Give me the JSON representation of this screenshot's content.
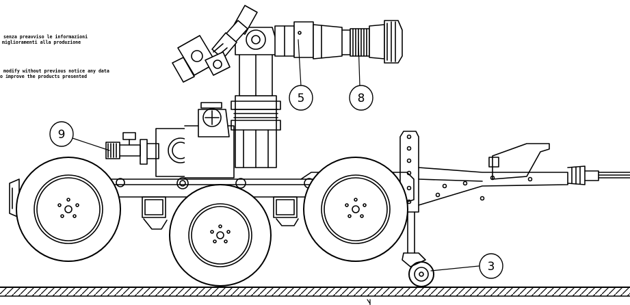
{
  "disclaimer": {
    "it_line1": "senza preavviso le informazioni",
    "it_line2": "miglioramenti alla produzione",
    "en_line1": "modify without previous notice any data",
    "en_line2": "o improve the products presented"
  },
  "callouts": [
    {
      "id": "5",
      "label": "5"
    },
    {
      "id": "8",
      "label": "8"
    },
    {
      "id": "9",
      "label": "9"
    },
    {
      "id": "3",
      "label": "3"
    }
  ],
  "colors": {
    "line": "#000000",
    "background": "#ffffff"
  }
}
